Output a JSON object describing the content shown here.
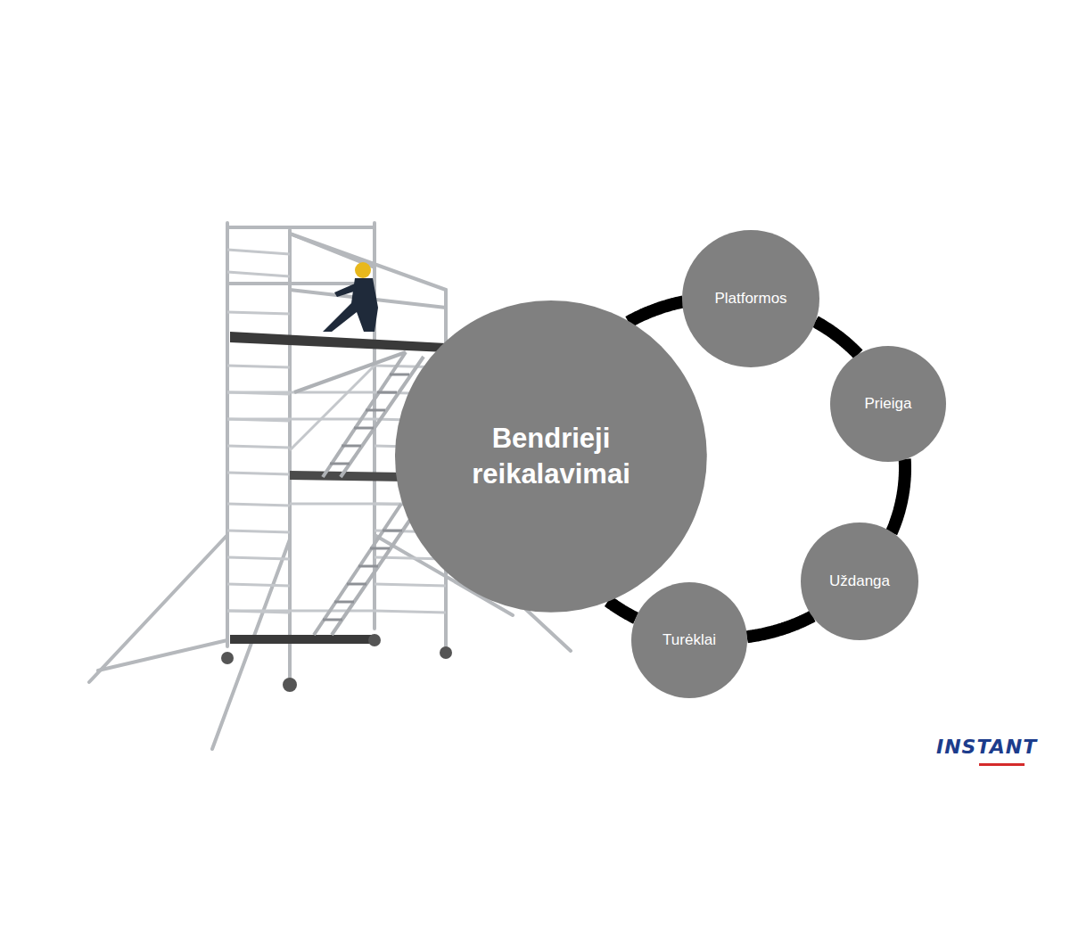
{
  "diagram": {
    "nodes": [
      {
        "text": [
          "Bendrieji reikalavimai"
        ]
      },
      {
        "text": [
          "Platformos"
        ]
      },
      {
        "text": [
          "Prieiga"
        ]
      },
      {
        "text": [
          "Uždanga"
        ]
      },
      {
        "text": [
          "Turėklai"
        ]
      }
    ],
    "edges": [
      {
        "from": 0,
        "to": 1,
        "arrow": "none"
      },
      {
        "from": 1,
        "to": 2,
        "arrow": "none"
      },
      {
        "from": 2,
        "to": 3,
        "arrow": "none"
      },
      {
        "from": 3,
        "to": 4,
        "arrow": "none"
      },
      {
        "from": 4,
        "to": 0,
        "arrow": "none"
      }
    ],
    "labels": [
      "INSTANT"
    ]
  }
}
